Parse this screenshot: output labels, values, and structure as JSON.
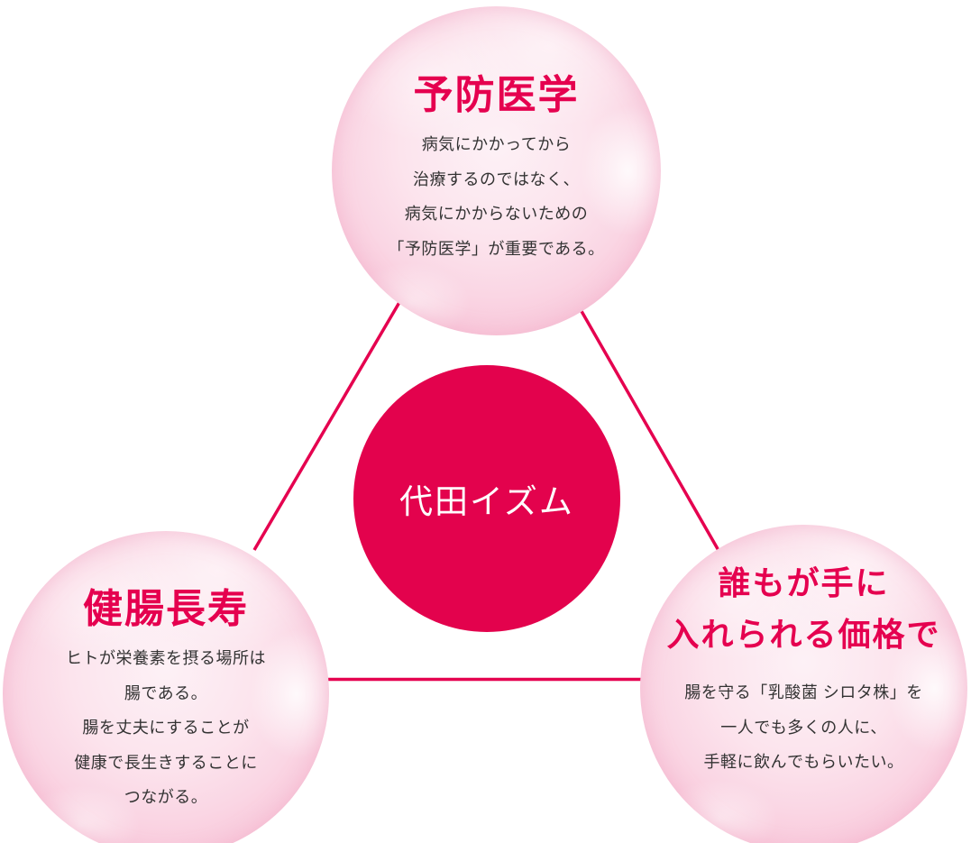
{
  "diagram_title": "代田イズム",
  "colors": {
    "accent": "#e5004f",
    "center_circle_bg": "#e3024d",
    "center_circle_text": "#ffffff",
    "bubble_rim_pink": "#f4aec8",
    "bubble_center_pink": "#fdf1f6",
    "body_text": "#333333"
  },
  "center": {
    "label": "代田イズム"
  },
  "bubbles": {
    "preventive": {
      "title": "予防医学",
      "body": [
        "病気にかかってから",
        "治療するのではなく、",
        "病気にかからないための",
        "「予防医学」が重要である。"
      ]
    },
    "intestines": {
      "title": "健腸長寿",
      "body": [
        "ヒトが栄養素を摂る場所は",
        "腸である。",
        "腸を丈夫にすることが",
        "健康で長生きすることに",
        "つながる。"
      ]
    },
    "price": {
      "title_line1": "誰もが手に",
      "title_line2": "入れられる価格で",
      "body": [
        "腸を守る「乳酸菌 シロタ株」を",
        "一人でも多くの人に、",
        "手軽に飲んでもらいたい。"
      ]
    }
  }
}
